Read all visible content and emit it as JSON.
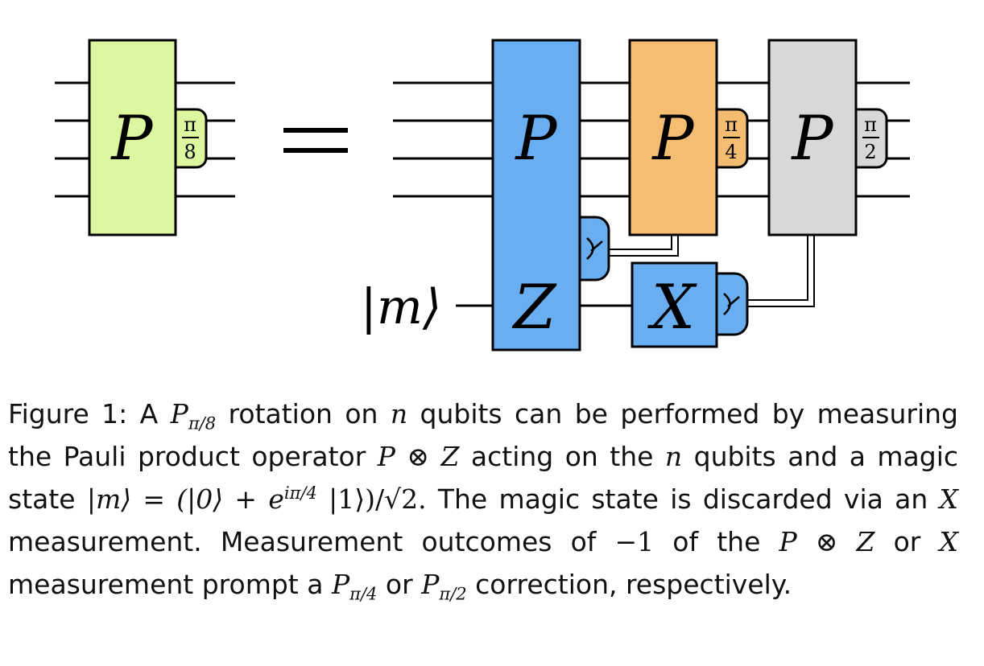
{
  "diagram": {
    "left_gate": {
      "label": "P",
      "angle_num": "π",
      "angle_den": "8"
    },
    "equals": "=",
    "big_gate": {
      "label_top": "P",
      "label_bottom": "Z"
    },
    "correction_1": {
      "label": "P",
      "angle_num": "π",
      "angle_den": "4"
    },
    "correction_2": {
      "label": "P",
      "angle_num": "π",
      "angle_den": "2"
    },
    "x_measure": {
      "label": "X"
    },
    "ancilla_label": "|m⟩",
    "colors": {
      "left_gate": "#dcf7a0",
      "big_gate": "#6aaef2",
      "correction_1": "#f4bd72",
      "correction_2": "#d8d8d8",
      "x_measure": "#6aaef2",
      "left_tag": "#dcf7a0",
      "tag_1": "#f4bd72",
      "tag_2": "#d8d8d8"
    }
  },
  "caption": {
    "figure_label": "Figure 1:",
    "w_a": "A",
    "p_sub_pi8": "π/8",
    "t1": "rotation on",
    "n": "n",
    "t2": "qubits can be performed by measuring the Pauli product operator",
    "p_otimes_z": "P ⊗ Z",
    "t3": "acting on the",
    "t4": "qubits and a magic state",
    "magic_state": "|m⟩ = (|0⟩ + e",
    "exponent": "iπ/4",
    "magic_state_tail": "|1⟩)/√2.",
    "t5": "The magic state is discarded via an",
    "x": "X",
    "t6": "measurement. Measurement outcomes of",
    "minus_one": "−1",
    "t7": "of the",
    "t8": "or",
    "t9": "measurement prompt a",
    "p_sub_pi4": "π/4",
    "t10": "or",
    "p_sub_pi2": "π/2",
    "t11": "correction, respectively."
  }
}
